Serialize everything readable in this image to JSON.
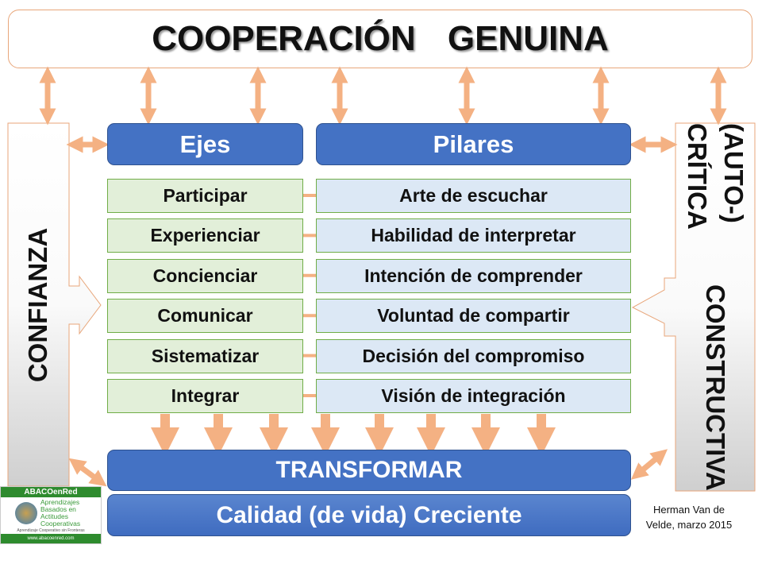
{
  "title": "COOPERACIÓN GENUINA",
  "left_side": "CONFIANZA",
  "right_side": {
    "line1": "(AUTO-) CRÍTICA",
    "line2": "CONSTRUCTIVA"
  },
  "headers": {
    "ejes": "Ejes",
    "pilares": "Pilares"
  },
  "rows": [
    {
      "eje": "Participar",
      "pilar": "Arte de escuchar"
    },
    {
      "eje": "Experienciar",
      "pilar": "Habilidad de interpretar"
    },
    {
      "eje": "Concienciar",
      "pilar": "Intención de comprender"
    },
    {
      "eje": "Comunicar",
      "pilar": "Voluntad de compartir"
    },
    {
      "eje": "Sistematizar",
      "pilar": "Decisión del compromiso"
    },
    {
      "eje": "Integrar",
      "pilar": "Visión de integración"
    }
  ],
  "transformar": "TRANSFORMAR",
  "calidad": "Calidad (de vida) Creciente",
  "author": "Herman Van de Velde, marzo 2015",
  "logo": {
    "name": "ABACOenRed",
    "tagline": "Aprendizajes Basados en Actitudes Cooperativas",
    "subtitle": "Aprendizaje Cooperativo sin Fronteras",
    "url": "www.abacoenred.com"
  },
  "colors": {
    "blue": "#4472c4",
    "green_fill": "#e2efd9",
    "blue_fill": "#dce8f5",
    "arrow": "#f4b183"
  }
}
